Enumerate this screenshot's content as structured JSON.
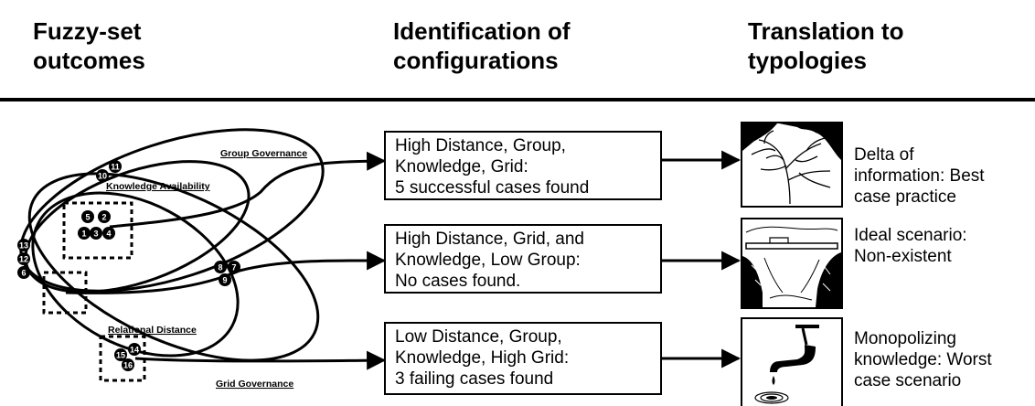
{
  "headers": {
    "col1": [
      "Fuzzy-set",
      "outcomes"
    ],
    "col2": [
      "Identification of",
      "configurations"
    ],
    "col3": [
      "Translation to",
      "typologies"
    ]
  },
  "venn": {
    "set_labels": {
      "group": "Group Governance",
      "knowledge": "Knowledge Availability",
      "relational": "Relational Distance",
      "grid": "Grid Governance"
    },
    "cases": [
      "1",
      "2",
      "3",
      "4",
      "5",
      "6",
      "7",
      "8",
      "9",
      "10",
      "11",
      "12",
      "13",
      "14",
      "15",
      "16"
    ]
  },
  "configurations": [
    {
      "lines": [
        "High Distance, Group,",
        "Knowledge, Grid:",
        "5 successful cases found"
      ]
    },
    {
      "lines": [
        "High Distance, Grid, and",
        "Knowledge, Low Group:",
        "No cases found."
      ]
    },
    {
      "lines": [
        "Low Distance, Group,",
        "Knowledge, High Grid:",
        "3 failing cases found"
      ]
    }
  ],
  "typologies": [
    {
      "image_icon": "river-delta-icon",
      "lines": [
        "Delta of",
        "information: Best",
        "case practice"
      ]
    },
    {
      "image_icon": "bridge-over-gorge-icon",
      "lines": [
        "Ideal scenario:",
        "Non-existent"
      ]
    },
    {
      "image_icon": "dripping-faucet-icon",
      "lines": [
        "Monopolizing",
        "knowledge: Worst",
        "case scenario"
      ]
    }
  ]
}
